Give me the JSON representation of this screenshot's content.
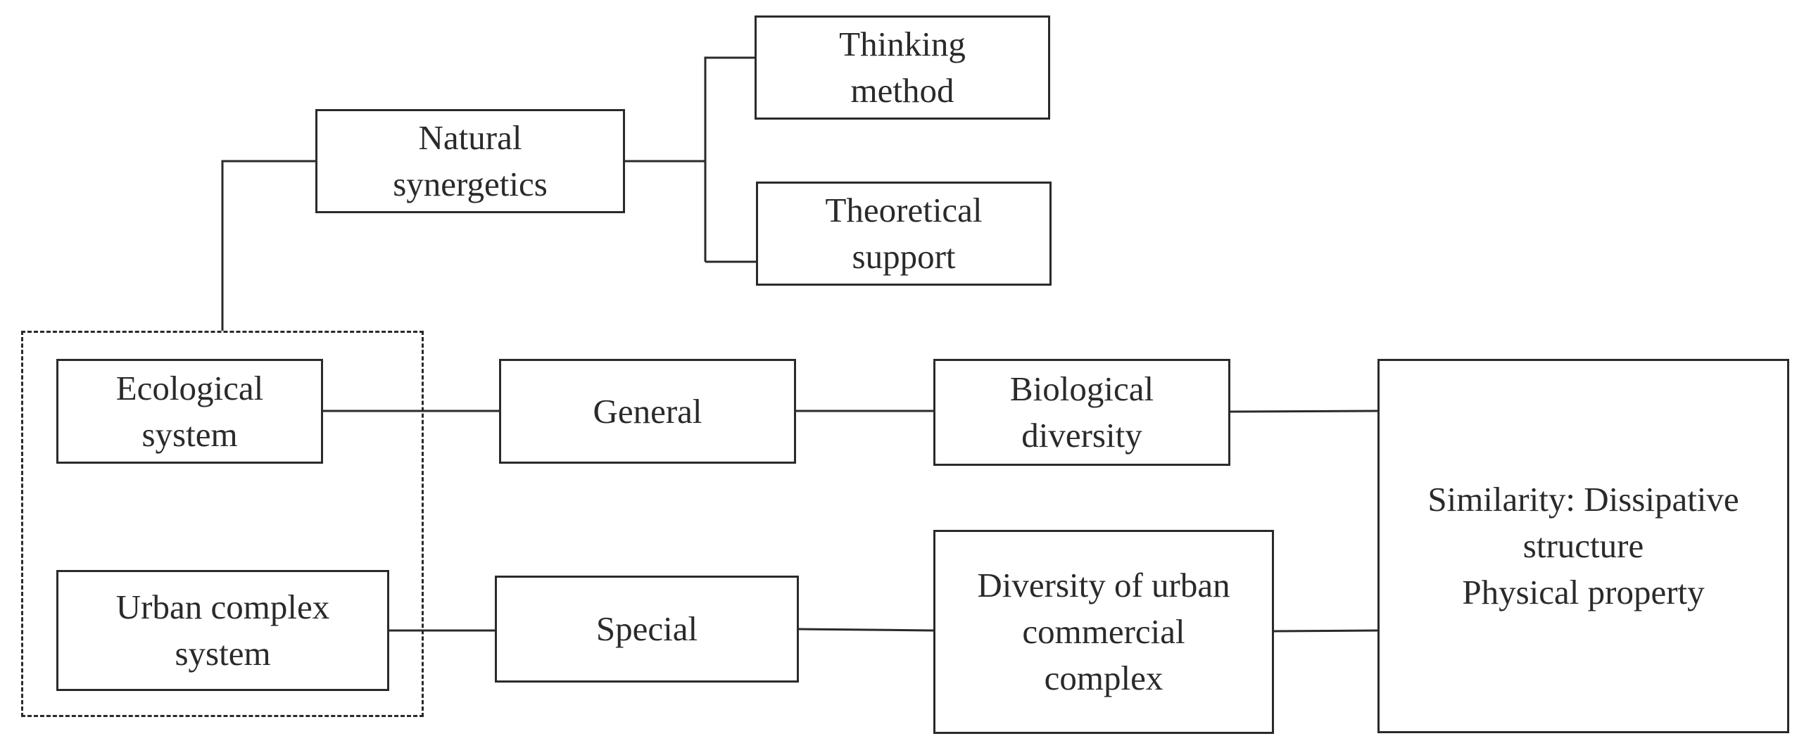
{
  "diagram": {
    "nodes": {
      "natural_synergetics": "Natural\nsynergetics",
      "thinking_method": "Thinking\nmethod",
      "theoretical_support": "Theoretical\nsupport",
      "ecological_system": "Ecological\nsystem",
      "urban_complex_system": "Urban complex\nsystem",
      "general": "General",
      "special": "Special",
      "biological_diversity": "Biological\ndiversity",
      "diversity_urban_commercial": "Diversity of urban\ncommercial\ncomplex",
      "similarity": "Similarity: Dissipative\nstructure\nPhysical property"
    },
    "edges": [
      {
        "from": "natural_synergetics",
        "to": "thinking_method"
      },
      {
        "from": "natural_synergetics",
        "to": "theoretical_support"
      },
      {
        "from": "system_group",
        "to": "natural_synergetics"
      },
      {
        "from": "ecological_system",
        "to": "general"
      },
      {
        "from": "general",
        "to": "biological_diversity"
      },
      {
        "from": "biological_diversity",
        "to": "similarity"
      },
      {
        "from": "urban_complex_system",
        "to": "special"
      },
      {
        "from": "special",
        "to": "diversity_urban_commercial"
      },
      {
        "from": "diversity_urban_commercial",
        "to": "similarity"
      }
    ],
    "colors": {
      "stroke": "#2a2a2a",
      "background": "#ffffff"
    }
  }
}
